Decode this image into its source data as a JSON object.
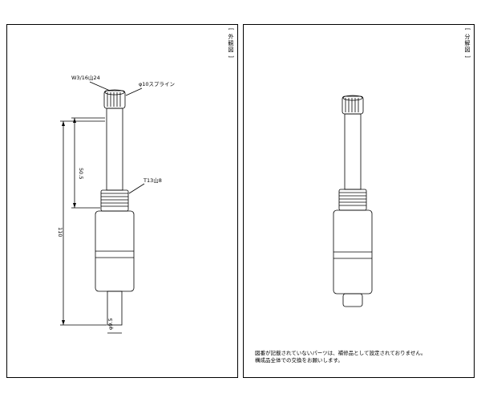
{
  "sheets": [
    {
      "title": "[ 外観図 ]"
    },
    {
      "title": "[ 分解図 ]"
    }
  ],
  "dimensions": {
    "thread_top": "W3/16山24",
    "spline": "φ10スプライン",
    "thread_mid": "T13山8",
    "length_upper": "50.5",
    "length_total": "110",
    "diameter_bottom": "φ9.5"
  },
  "note": {
    "line1": "図番が記載されていないパーツは、補修品として設定されておりません。",
    "line2": "構成品全体での交換をお願いします。"
  }
}
